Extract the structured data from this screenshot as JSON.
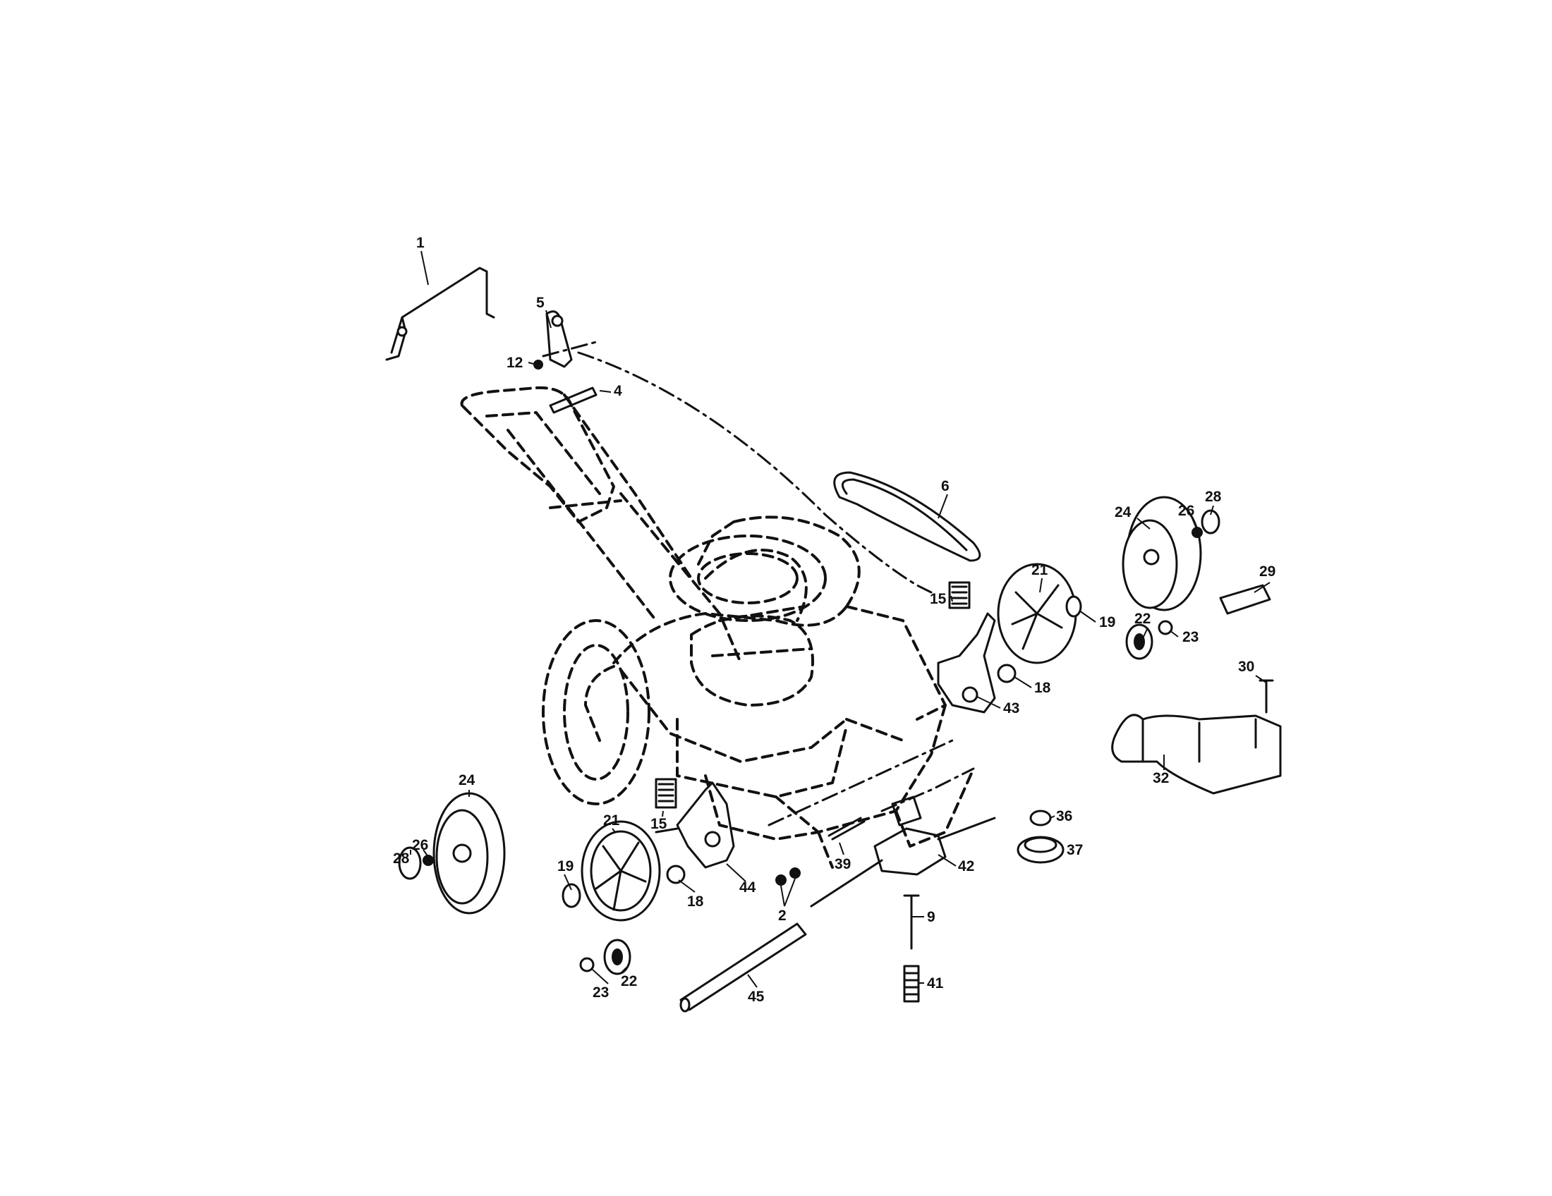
{
  "diagram": {
    "callouts": [
      {
        "id": "c1",
        "text": "1"
      },
      {
        "id": "c5",
        "text": "5"
      },
      {
        "id": "c12",
        "text": "12"
      },
      {
        "id": "c4",
        "text": "4"
      },
      {
        "id": "c6",
        "text": "6"
      },
      {
        "id": "c24r",
        "text": "24"
      },
      {
        "id": "c26r",
        "text": "26"
      },
      {
        "id": "c28r",
        "text": "28"
      },
      {
        "id": "c29",
        "text": "29"
      },
      {
        "id": "c21r",
        "text": "21"
      },
      {
        "id": "c15r",
        "text": "15"
      },
      {
        "id": "c19r",
        "text": "19"
      },
      {
        "id": "c22r",
        "text": "22"
      },
      {
        "id": "c23r",
        "text": "23"
      },
      {
        "id": "c30",
        "text": "30"
      },
      {
        "id": "c18r",
        "text": "18"
      },
      {
        "id": "c43",
        "text": "43"
      },
      {
        "id": "c32",
        "text": "32"
      },
      {
        "id": "c24l",
        "text": "24"
      },
      {
        "id": "c21l",
        "text": "21"
      },
      {
        "id": "c15l",
        "text": "15"
      },
      {
        "id": "c28l",
        "text": "28"
      },
      {
        "id": "c26l",
        "text": "26"
      },
      {
        "id": "c19l",
        "text": "19"
      },
      {
        "id": "c18l",
        "text": "18"
      },
      {
        "id": "c44",
        "text": "44"
      },
      {
        "id": "c2",
        "text": "2"
      },
      {
        "id": "c39",
        "text": "39"
      },
      {
        "id": "c42",
        "text": "42"
      },
      {
        "id": "c36",
        "text": "36"
      },
      {
        "id": "c37",
        "text": "37"
      },
      {
        "id": "c9",
        "text": "9"
      },
      {
        "id": "c41",
        "text": "41"
      },
      {
        "id": "c22l",
        "text": "22"
      },
      {
        "id": "c23l",
        "text": "23"
      },
      {
        "id": "c45",
        "text": "45"
      }
    ]
  }
}
